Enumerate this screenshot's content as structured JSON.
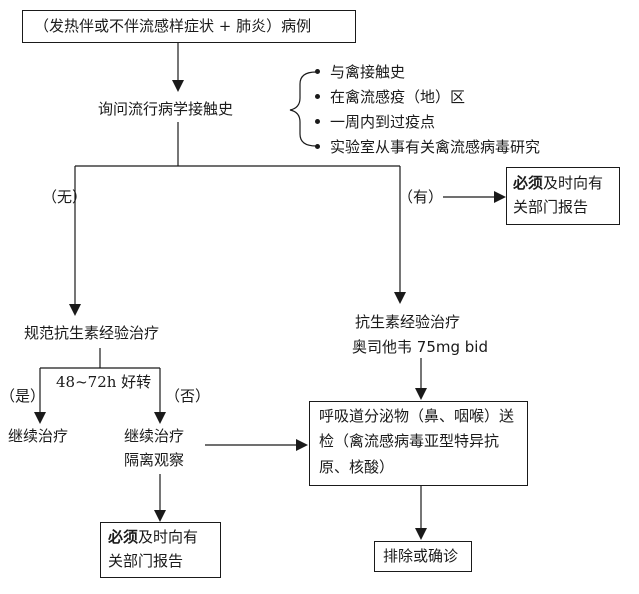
{
  "start_box": "（发热伴或不伴流感样症状 + 肺炎）病例",
  "inquiry": "询问流行病学接触史",
  "contact_history": [
    "与禽接触史",
    "在禽流感疫（地）区",
    "一周内到过疫点",
    "实验室从事有关禽流感病毒研究"
  ],
  "branch_no": "（无）",
  "branch_yes": "（有）",
  "report_top": {
    "bold": "必须",
    "line1_rest": "及时向有",
    "line2": "关部门报告"
  },
  "standard_treatment": "规范抗生素经验治疗",
  "improve_label": "48~72h 好转",
  "yes_label": "（是）",
  "no_label": "（否）",
  "continue_treatment": "继续治疗",
  "continue_isolate": [
    "继续治疗",
    "隔离观察"
  ],
  "report_bottom": {
    "bold": "必须",
    "line1_rest": "及时向有",
    "line2": "关部门报告"
  },
  "antibiotic_treatment": "抗生素经验治疗",
  "oseltamivir": {
    "name": "奥司他韦 ",
    "dose": "75mg bid"
  },
  "specimen_box": [
    "呼吸道分泌物（鼻、咽喉）送",
    "检（禽流感病毒亚型特异抗",
    "原、核酸）"
  ],
  "final_box": "排除或确诊"
}
